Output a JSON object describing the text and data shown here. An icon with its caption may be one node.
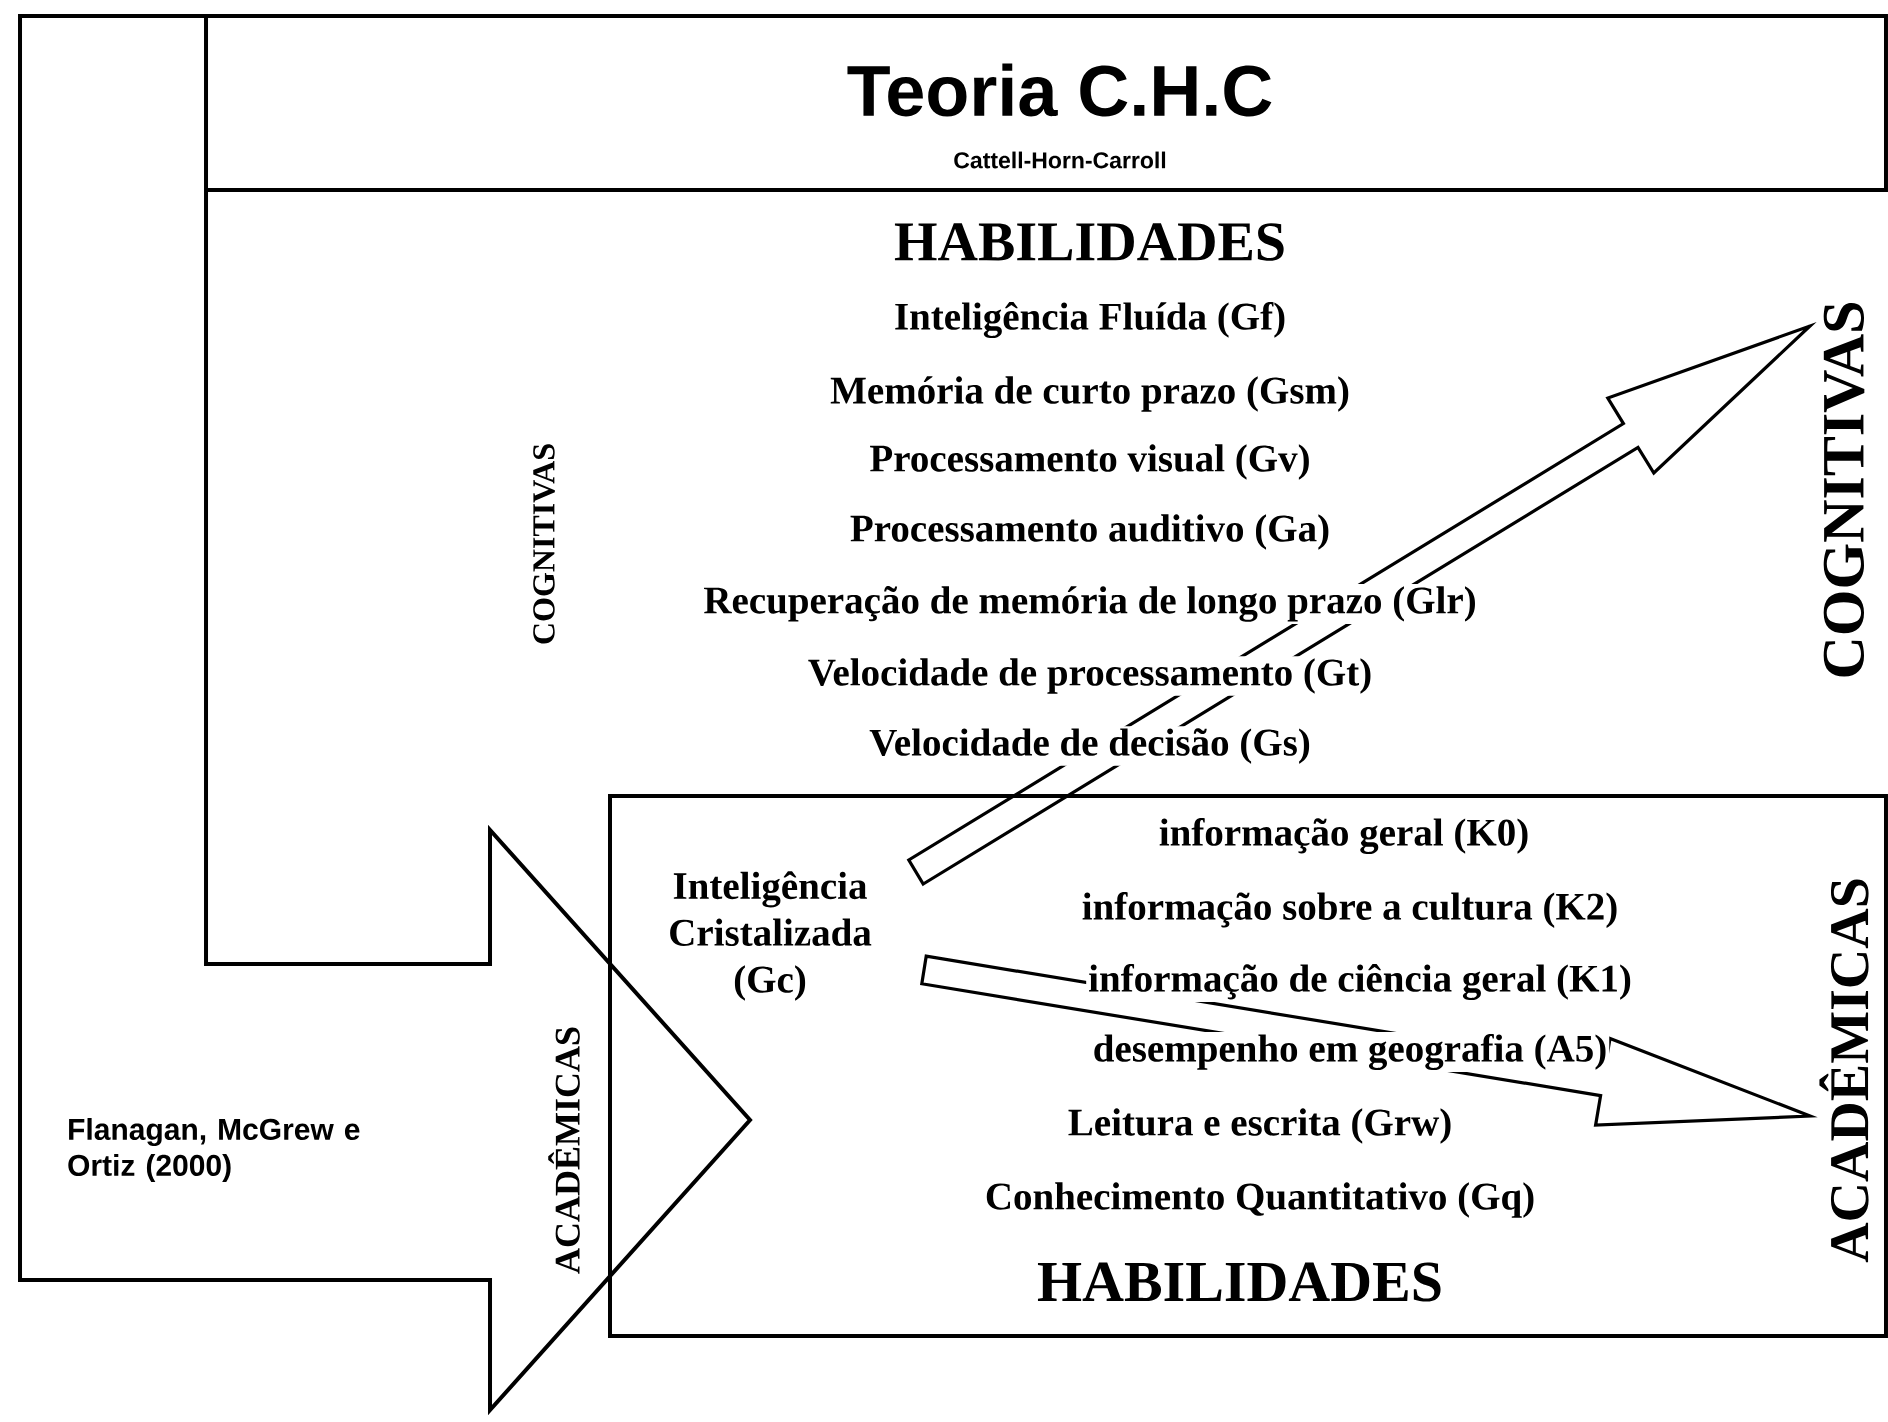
{
  "diagram": {
    "nodes": [
      {
        "text": [
          "Teoria C.H.C",
          "Cattell-Horn-Carroll"
        ]
      },
      {
        "text": [
          "Flanagan, McGrew e Ortiz (2000)"
        ]
      },
      {
        "text": [
          "informação geral (K0)",
          "informação sobre a cultura (K2)",
          "informação de ciência geral (K1)",
          "desempenho em geografia (A5)",
          "Leitura e escrita (Grw)",
          "Conhecimento Quantitativo (Gq)",
          "HABILIDADES"
        ]
      },
      {
        "text": [
          "Inteligência Cristalizada (Gc)"
        ],
        "in": 2
      },
      {
        "text": [
          "COGNITIVAS"
        ]
      },
      {
        "text": [
          "ACADÊMICAS"
        ],
        "in": 2
      }
    ],
    "edges": [
      {
        "from": 3,
        "to": 4,
        "arrow": "to"
      },
      {
        "from": 3,
        "to": 5,
        "arrow": "to"
      }
    ],
    "labels": [
      "HABILIDADES",
      "Inteligência Fluída (Gf)",
      "Memória de curto prazo (Gsm)",
      "Processamento visual (Gv)",
      "Processamento auditivo (Ga)",
      "Recuperação de memória de longo prazo (Glr)",
      "Velocidade de processamento (Gt)",
      "Velocidade de decisão (Gs)",
      "COGNITIVAS",
      "ACADÊMICAS"
    ]
  }
}
